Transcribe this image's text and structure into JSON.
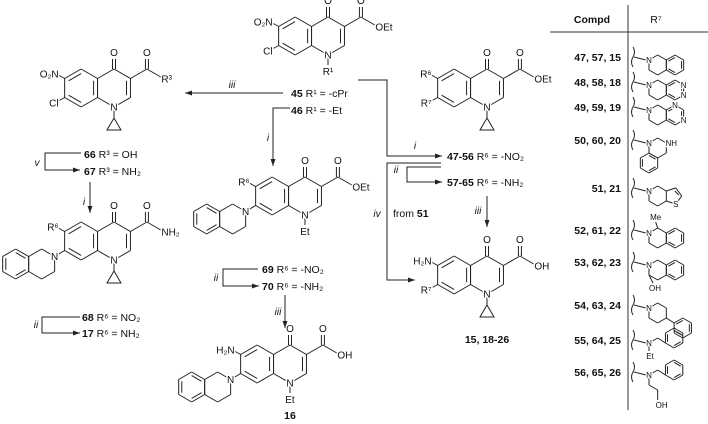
{
  "atoms": {
    "O": "O",
    "N": "N",
    "S": "S",
    "NH": "NH",
    "Me": "Me",
    "OH": "OH",
    "Et": "Et"
  },
  "structures": {
    "s45": {
      "c6": "O₂N",
      "c7": "Cl",
      "n1": "R¹",
      "x3": "OEt"
    },
    "s66": {
      "c6": "O₂N",
      "c7": "Cl",
      "x3": "R³"
    },
    "s68": {
      "c6": "R⁶",
      "x3": "NH₂"
    },
    "s69": {
      "c6": "R⁶",
      "x3": "OEt",
      "n1": "Et"
    },
    "s16": {
      "c6": "H₂N",
      "x3": "OH",
      "n1": "Et"
    },
    "s47": {
      "c6": "R⁶",
      "c7": "R⁷",
      "x3": "OEt"
    },
    "s15": {
      "c6": "H₂N",
      "c7": "R⁷",
      "x3": "OH"
    }
  },
  "labels": {
    "l45": {
      "id": "45",
      "text": " R¹ = -cPr"
    },
    "l46": {
      "id": "46",
      "text": " R¹ = -Et"
    },
    "l66": {
      "id": "66",
      "text": " R³ = OH"
    },
    "l67": {
      "id": "67",
      "text": " R³ = NH₂"
    },
    "l68": {
      "id": "68",
      "text": " R⁶ = NO₂"
    },
    "l17": {
      "id": "17",
      "text": " R⁶ = NH₂"
    },
    "l69": {
      "id": "69",
      "text": " R⁶ = -NO₂"
    },
    "l70": {
      "id": "70",
      "text": " R⁶ = -NH₂"
    },
    "l47": {
      "id": "47-56",
      "text": " R⁶ = -NO₂"
    },
    "l57": {
      "id": "57-65",
      "text": " R⁶ = -NH₂"
    },
    "l16": {
      "id": "16"
    },
    "l15": {
      "id": "15, 18-26"
    }
  },
  "reagents": [
    "iii",
    "i",
    "v",
    "i",
    "ii",
    "ii",
    "iii",
    "i",
    "ii",
    "iv",
    "iii"
  ],
  "from_51": {
    "text": "from ",
    "bold": "51"
  },
  "table": {
    "header_compd": "Compd",
    "header_r7": "R⁷",
    "rows": [
      {
        "compd": "47, 57, 15"
      },
      {
        "compd": "48, 58, 18"
      },
      {
        "compd": "49, 59, 19"
      },
      {
        "compd": "50, 60, 20"
      },
      {
        "compd": "51, 21"
      },
      {
        "compd": "52, 61, 22"
      },
      {
        "compd": "53, 62, 23"
      },
      {
        "compd": "54, 63, 24"
      },
      {
        "compd": "55, 64, 25"
      },
      {
        "compd": "56, 65, 26"
      }
    ]
  }
}
